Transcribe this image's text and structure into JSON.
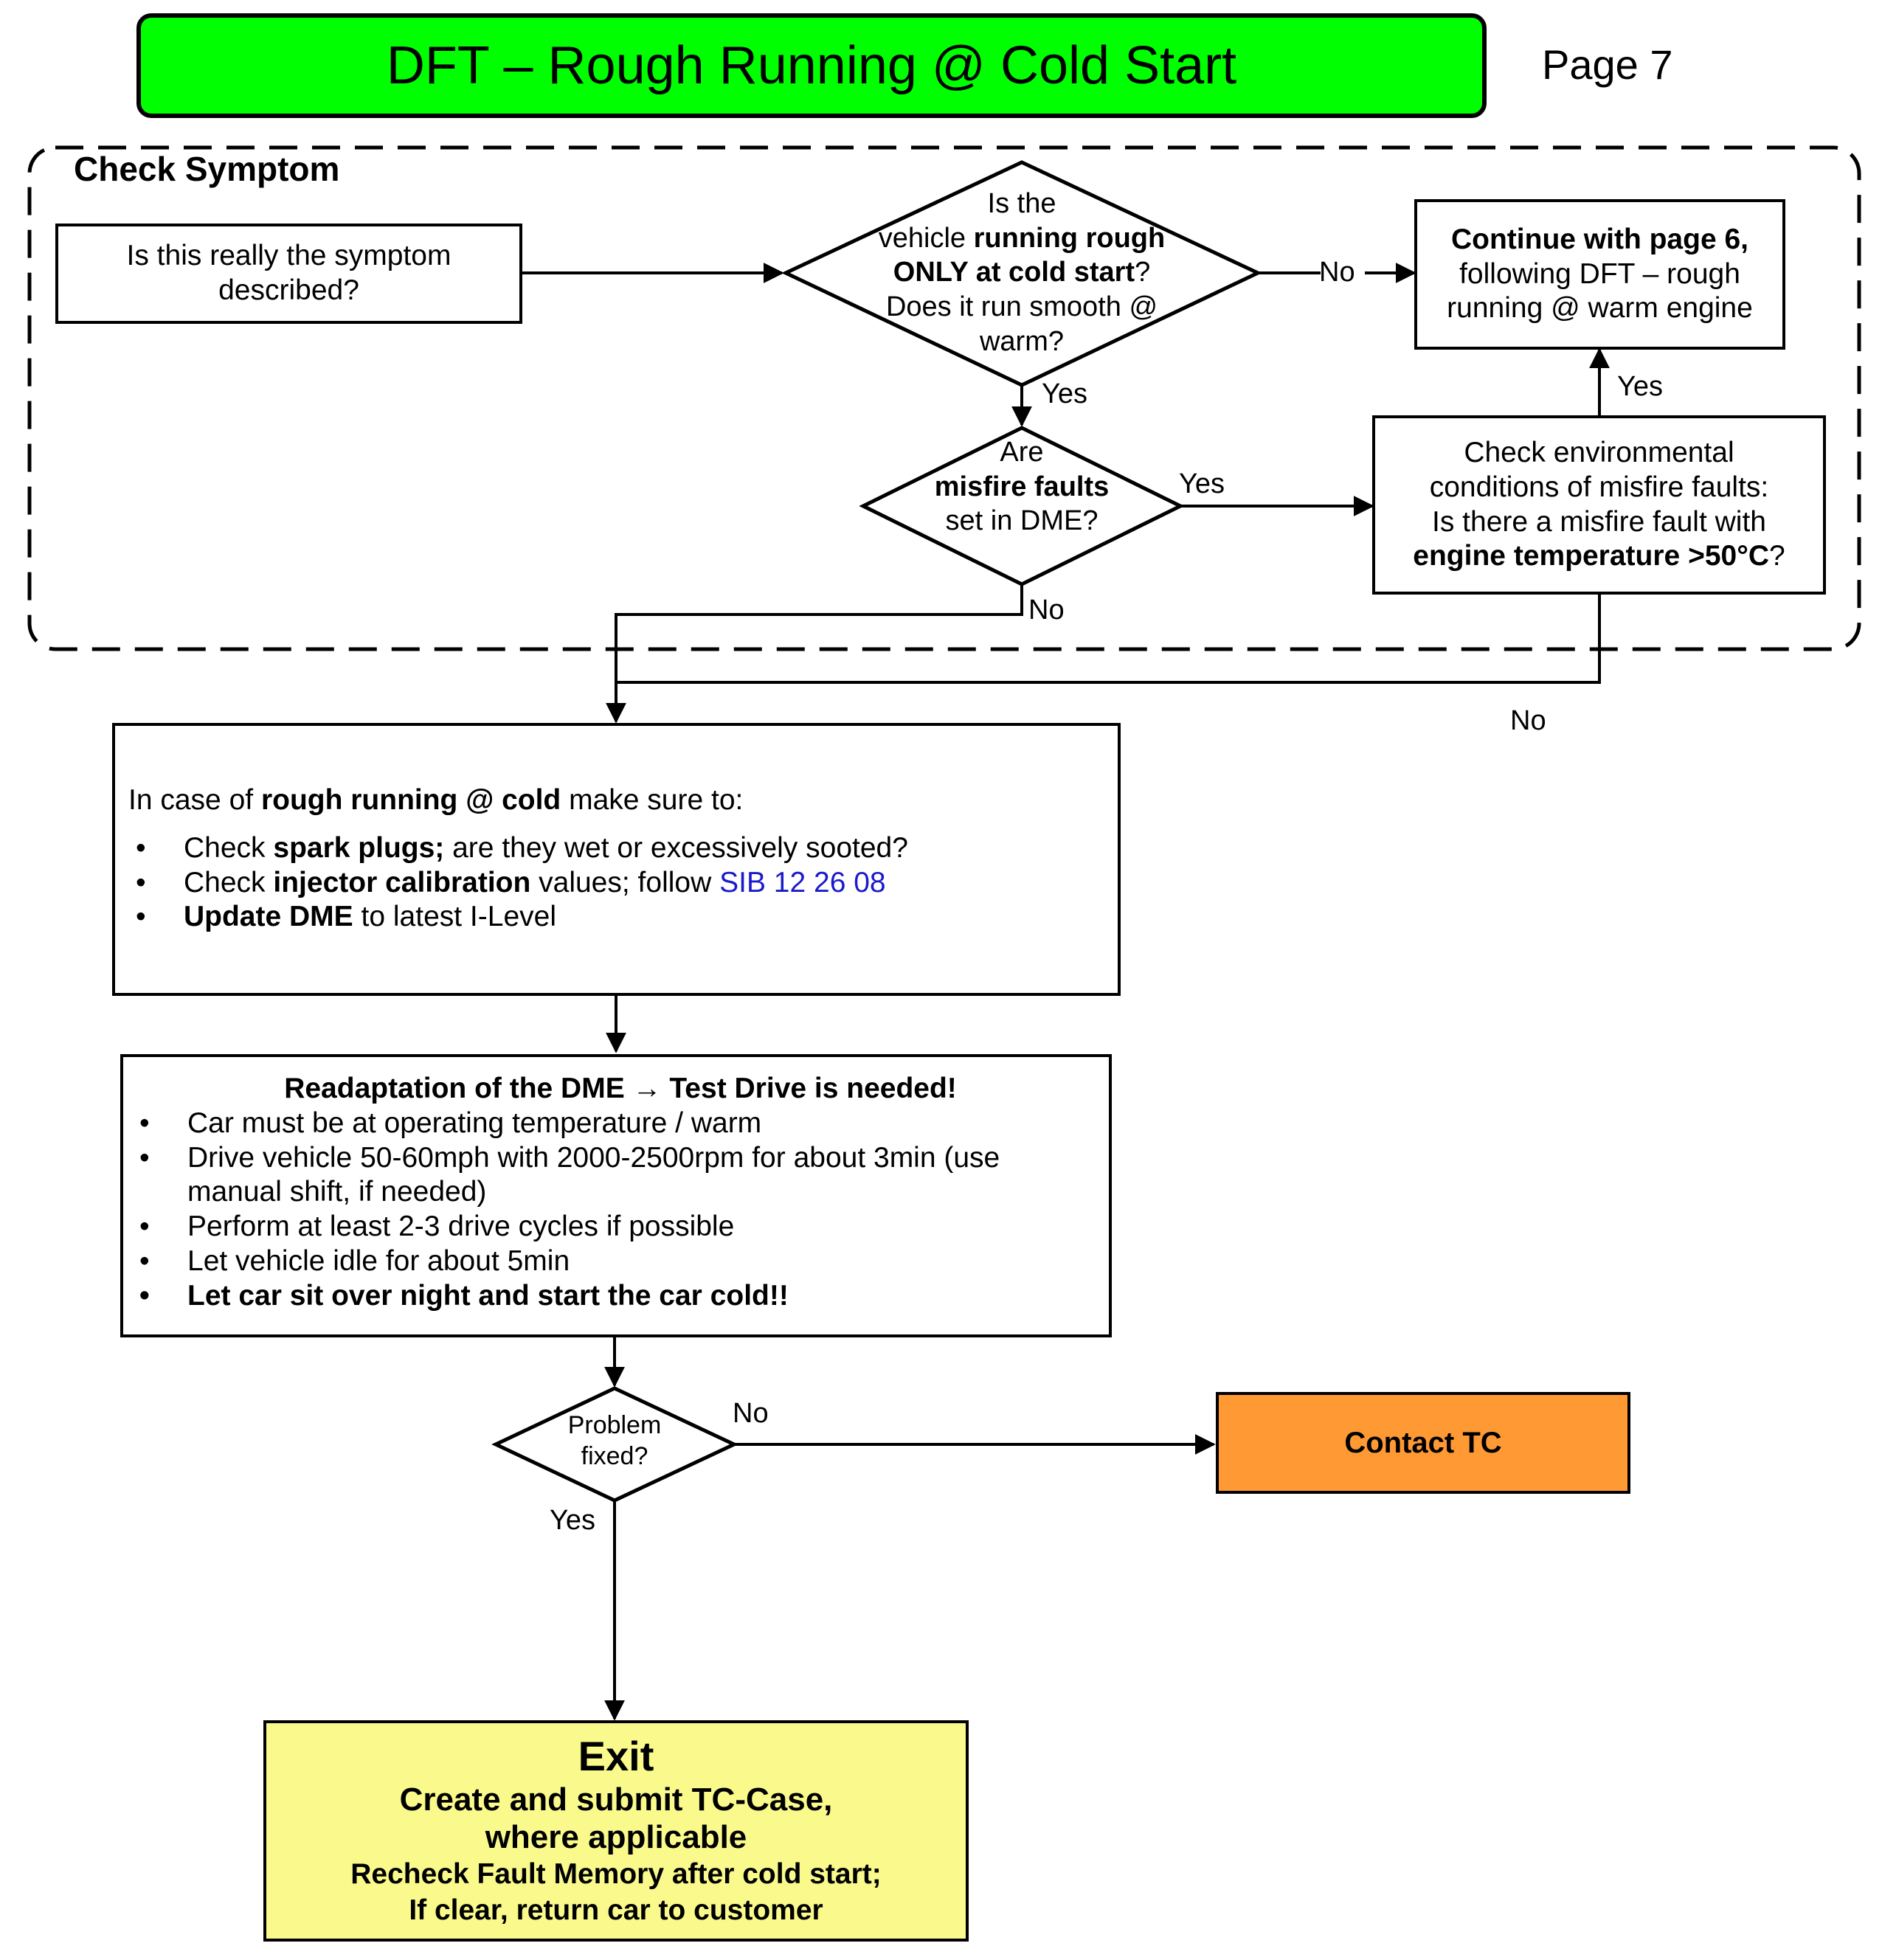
{
  "title": "DFT – Rough Running @ Cold Start",
  "page": "Page 7",
  "check_symptom": {
    "label": "Check Symptom",
    "start_box": "Is this really the symptom described?",
    "decision_cold": {
      "l1": "Is the",
      "l2a": "vehicle ",
      "l2b": "running rough",
      "l3a": "ONLY at cold start",
      "l3b": "?",
      "l4": "Does it run smooth @",
      "l5": "warm?"
    },
    "continue_box": {
      "l1": "Continue with page 6,",
      "l2": "following DFT – rough",
      "l3": "running @ warm engine"
    },
    "decision_misfire": {
      "l1": "Are",
      "l2": "misfire faults",
      "l3": "set in DME?"
    },
    "env_box": {
      "l1": "Check environmental",
      "l2": "conditions of misfire faults:",
      "l3": "Is there a misfire fault with",
      "l4a": "engine temperature >50°C",
      "l4b": "?"
    }
  },
  "labels": {
    "no": "No",
    "yes": "Yes"
  },
  "cold_box": {
    "intro_a": "In case of ",
    "intro_b": "rough running @ cold",
    "intro_c": " make sure to:",
    "items": [
      {
        "a": "Check ",
        "b": "spark plugs;",
        "c": " are they wet or excessively sooted?"
      },
      {
        "a": "Check ",
        "b": "injector calibration",
        "c": " values; follow ",
        "link": "SIB 12 26 08"
      },
      {
        "b": "Update DME",
        "c": " to latest I-Level"
      }
    ]
  },
  "readapt_box": {
    "heading": "Readaptation of the DME → Test Drive is needed!",
    "items": [
      "Car must be at operating temperature / warm",
      "Drive vehicle 50-60mph with 2000-2500rpm for about 3min (use manual shift, if needed)",
      "Perform at least 2-3 drive cycles if possible",
      "Let vehicle idle for about 5min",
      "Let car sit over night and start the car cold!!"
    ]
  },
  "problem_fixed": {
    "l1": "Problem",
    "l2": "fixed?"
  },
  "contact_tc": "Contact TC",
  "exit_box": {
    "heading": "Exit",
    "l1": "Create and submit TC-Case, where applicable",
    "l2": "Recheck Fault Memory after cold start;",
    "l3": "If clear, return car to customer"
  },
  "colors": {
    "title_bg": "#00ff00",
    "contact_bg": "#ff9933",
    "exit_bg": "#fafa8c",
    "link": "#1a1acc"
  }
}
